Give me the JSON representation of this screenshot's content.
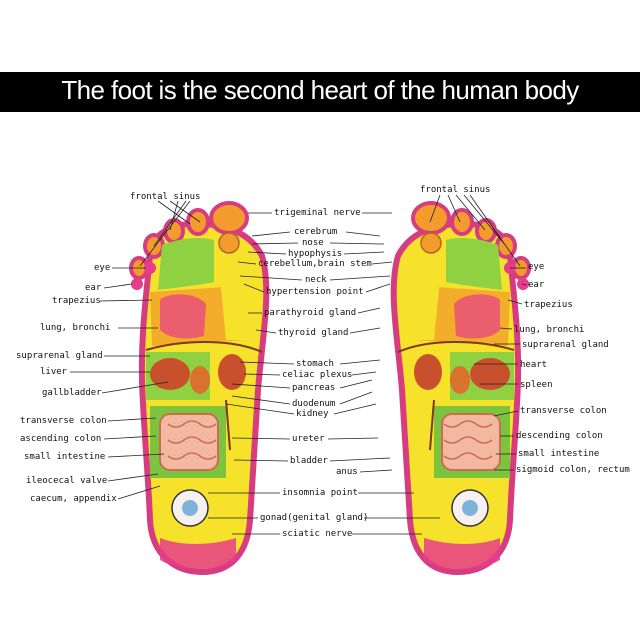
{
  "title": "The foot is the second heart of the human body",
  "colors": {
    "banner": "#000000",
    "foot_outline": "#d63c7f",
    "sole_yellow": "#f6e22a",
    "head_green": "#8fd141",
    "toe_orange": "#f39b2c",
    "heel_orange": "#f2a12e",
    "intestine_green": "#7cc43d",
    "heart_red": "#d94a2b"
  },
  "labels": {
    "left": {
      "frontal_sinus": "frontal sinus",
      "eye": "eye",
      "ear": "ear",
      "trapezius": "trapezius",
      "lung_bronchi": "lung, bronchi",
      "suprarenal_gland": "suprarenal gland",
      "liver": "liver",
      "gallbladder": "gallbladder",
      "transverse_colon": "transverse colon",
      "ascending_colon": "ascending colon",
      "small_intestine": "small intestine",
      "ileocecal_valve": "ileocecal valve",
      "caecum_appendix": "caecum, appendix"
    },
    "center": {
      "trigeminal_nerve": "trigeminal nerve",
      "cerebrum": "cerebrum",
      "nose": "nose",
      "hypophysis": "hypophysis",
      "cerebellum_brain_stem": "cerebellum,brain stem",
      "neck": "neck",
      "hypertension_point": "hypertension point",
      "parathyroid_gland": "parathyroid gland",
      "thyroid_gland": "thyroid gland",
      "stomach": "stomach",
      "celiac_plexus": "celiac plexus",
      "pancreas": "pancreas",
      "duodenum": "duodenum",
      "kidney": "kidney",
      "ureter": "ureter",
      "bladder": "bladder",
      "anus": "anus",
      "insomnia_point": "insomnia point",
      "gonad": "gonad(genital gland)",
      "sciatic_nerve": "sciatic nerve"
    },
    "right": {
      "frontal_sinus": "frontal sinus",
      "eye": "eye",
      "ear": "ear",
      "trapezius": "trapezius",
      "lung_bronchi": "lung, bronchi",
      "suprarenal_gland": "suprarenal gland",
      "heart": "heart",
      "spleen": "spleen",
      "transverse_colon": "transverse colon",
      "descending_colon": "descending colon",
      "small_intestine": "small intestine",
      "sigmoid_colon_rectum": "sigmoid colon, rectum"
    }
  }
}
